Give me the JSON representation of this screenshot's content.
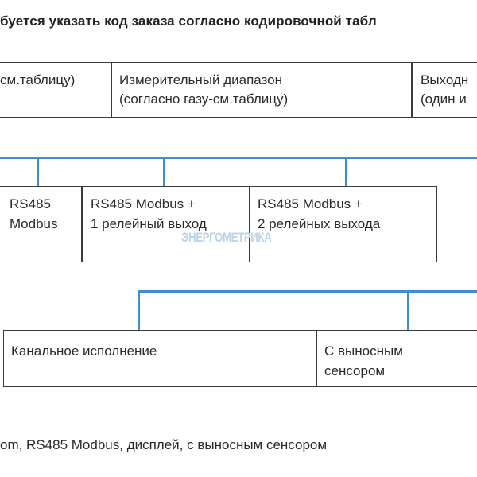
{
  "heading": "буется указать код заказа согласно кодировочной табл",
  "top_row": {
    "cells": [
      {
        "lines": [
          "см.таблицу)"
        ]
      },
      {
        "lines": [
          "Измерительный диапазон",
          "(согласно газу-см.таблицу)"
        ]
      },
      {
        "lines": [
          "Выходн",
          "(один и"
        ]
      }
    ]
  },
  "output_row": {
    "cells": [
      {
        "lines": [
          "RS485",
          "Modbus"
        ]
      },
      {
        "lines": [
          "RS485 Modbus +",
          "1 релейный выход"
        ]
      },
      {
        "lines": [
          "RS485 Modbus +",
          "2 релейных выхода"
        ]
      }
    ]
  },
  "watermark": "ЭНЕРГОМЕТРИКА",
  "design_row": {
    "cells": [
      {
        "lines": [
          "Канальное исполнение"
        ]
      },
      {
        "lines": [
          "С выносным",
          "сенсором"
        ]
      }
    ]
  },
  "example": "om, RS485 Modbus, дисплей, с выносным сенсором",
  "colors": {
    "connector": "#3e8fce",
    "border": "#3a3a3a",
    "text": "#222222",
    "watermark": "#bcd4ea"
  }
}
